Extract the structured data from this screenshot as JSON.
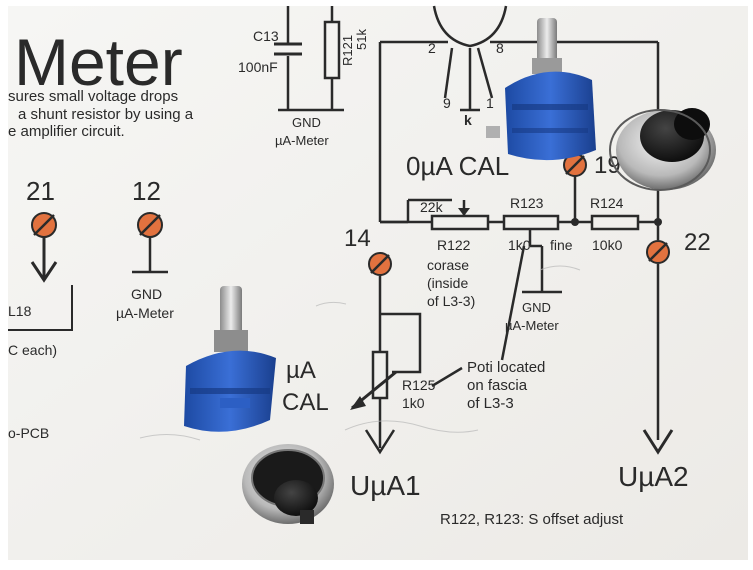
{
  "title": "Meter",
  "description_lines": [
    "sures small voltage drops",
    "a shunt resistor by using a",
    "e amplifier circuit."
  ],
  "components": {
    "c13": {
      "ref": "C13",
      "value": "100nF"
    },
    "r121": {
      "ref": "R121",
      "value": "51k"
    },
    "gnd_top": {
      "line1": "GND",
      "line2": "µA-Meter"
    },
    "tube_pins": {
      "p2": "2",
      "p8": "8",
      "p9": "9",
      "p1": "1",
      "pk": "k"
    },
    "cal0": "0µA CAL",
    "pin_19": "19",
    "pin_14": "14",
    "pin_22": "22",
    "r122": {
      "value": "22k",
      "ref": "R122",
      "note1": "corase",
      "note2": "(inside",
      "note3": "of L3-3)"
    },
    "r123": {
      "ref": "R123",
      "value": "1k0",
      "note": "fine"
    },
    "r124": {
      "ref": "R124",
      "value": "10k0"
    },
    "gnd_mid": {
      "line1": "GND",
      "line2": "µA-Meter"
    },
    "pin_21": "21",
    "pin_12": "12",
    "gnd_left": {
      "line1": "GND",
      "line2": "µA-Meter"
    },
    "left_frag_l18": "L18",
    "left_frag_each": "C each)",
    "left_frag_pcb": "o-PCB",
    "ua_cal": {
      "line1": "µA",
      "line2": "CAL"
    },
    "r125": {
      "ref": "R125",
      "value": "1k0"
    },
    "poti_note": {
      "line1": "Poti located",
      "line2": "on fascia",
      "line3": "of L3-3"
    },
    "out1": "UµA1",
    "out2": "UµA2",
    "footnote": "R122, R123: S offset adjust"
  },
  "colors": {
    "paper": "#f4f4f1",
    "ink": "#2a2a2a",
    "pad": "#e2723f",
    "pot_blue": "#2758b8",
    "knob_black": "#151515",
    "knob_silver": "#c9c9c9"
  }
}
